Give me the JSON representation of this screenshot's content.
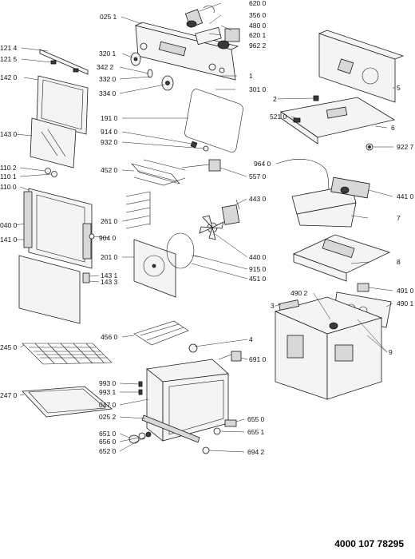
{
  "document_number": "4000 107 78295",
  "labels": {
    "p0250a": "025 1",
    "p6200": "620 0",
    "p3560": "356 0",
    "p4800": "480 0",
    "p6201": "620 1",
    "p9622": "962 2",
    "p1214": "121 4",
    "p1215": "121 5",
    "p3201": "320 1",
    "p3422": "342 2",
    "p3320": "332 0",
    "p3340": "334 0",
    "p1": "1",
    "p3010": "301 0",
    "p1420": "142 0",
    "p1430": "143 0",
    "p1910": "191 0",
    "p9140": "914 0",
    "p9320": "932 0",
    "p2": "2",
    "p5": "5",
    "p5210": "521 0",
    "p6": "6",
    "p9227": "922 7",
    "p9640": "964 0",
    "p1102": "110 2",
    "p1101": "110 1",
    "p1100": "110 0",
    "p4520": "452 0",
    "p5570": "557 0",
    "p4430": "443 0",
    "p4410": "441 0",
    "p7": "7",
    "p0400": "040 0",
    "p2610": "261 0",
    "p9040": "904 0",
    "p1410": "141 0",
    "p2010": "201 0",
    "p4400": "440 0",
    "p9150": "915 0",
    "p4510": "451 0",
    "p8": "8",
    "p1431": "143 1",
    "p1433": "143 3",
    "p4910": "491 0",
    "p4902": "490 2",
    "p4901": "490 1",
    "p3": "3",
    "p2450": "245 0",
    "p4560": "456 0",
    "p4": "4",
    "p6910": "691 0",
    "p9": "9",
    "p2470": "247 0",
    "p9930": "993 0",
    "p9931": "993 1",
    "p0470": "047 0",
    "p0252": "025 2",
    "p6550": "655 0",
    "p6510": "651 0",
    "p6551": "655 1",
    "p6560": "656 0",
    "p6520": "652 0",
    "p6942": "694 2"
  }
}
